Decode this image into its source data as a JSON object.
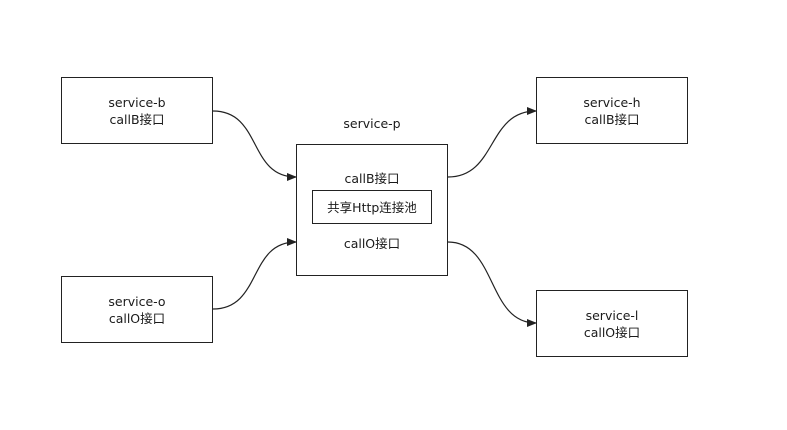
{
  "nodes": {
    "b": {
      "name": "service-b",
      "interface": "callB接口"
    },
    "o": {
      "name": "service-o",
      "interface": "callO接口"
    },
    "h": {
      "name": "service-h",
      "interface": "callB接口"
    },
    "l": {
      "name": "service-l",
      "interface": "callO接口"
    },
    "p": {
      "name": "service-p",
      "interface_b": "callB接口",
      "pool": "共享Http连接池",
      "interface_o": "callO接口"
    }
  }
}
